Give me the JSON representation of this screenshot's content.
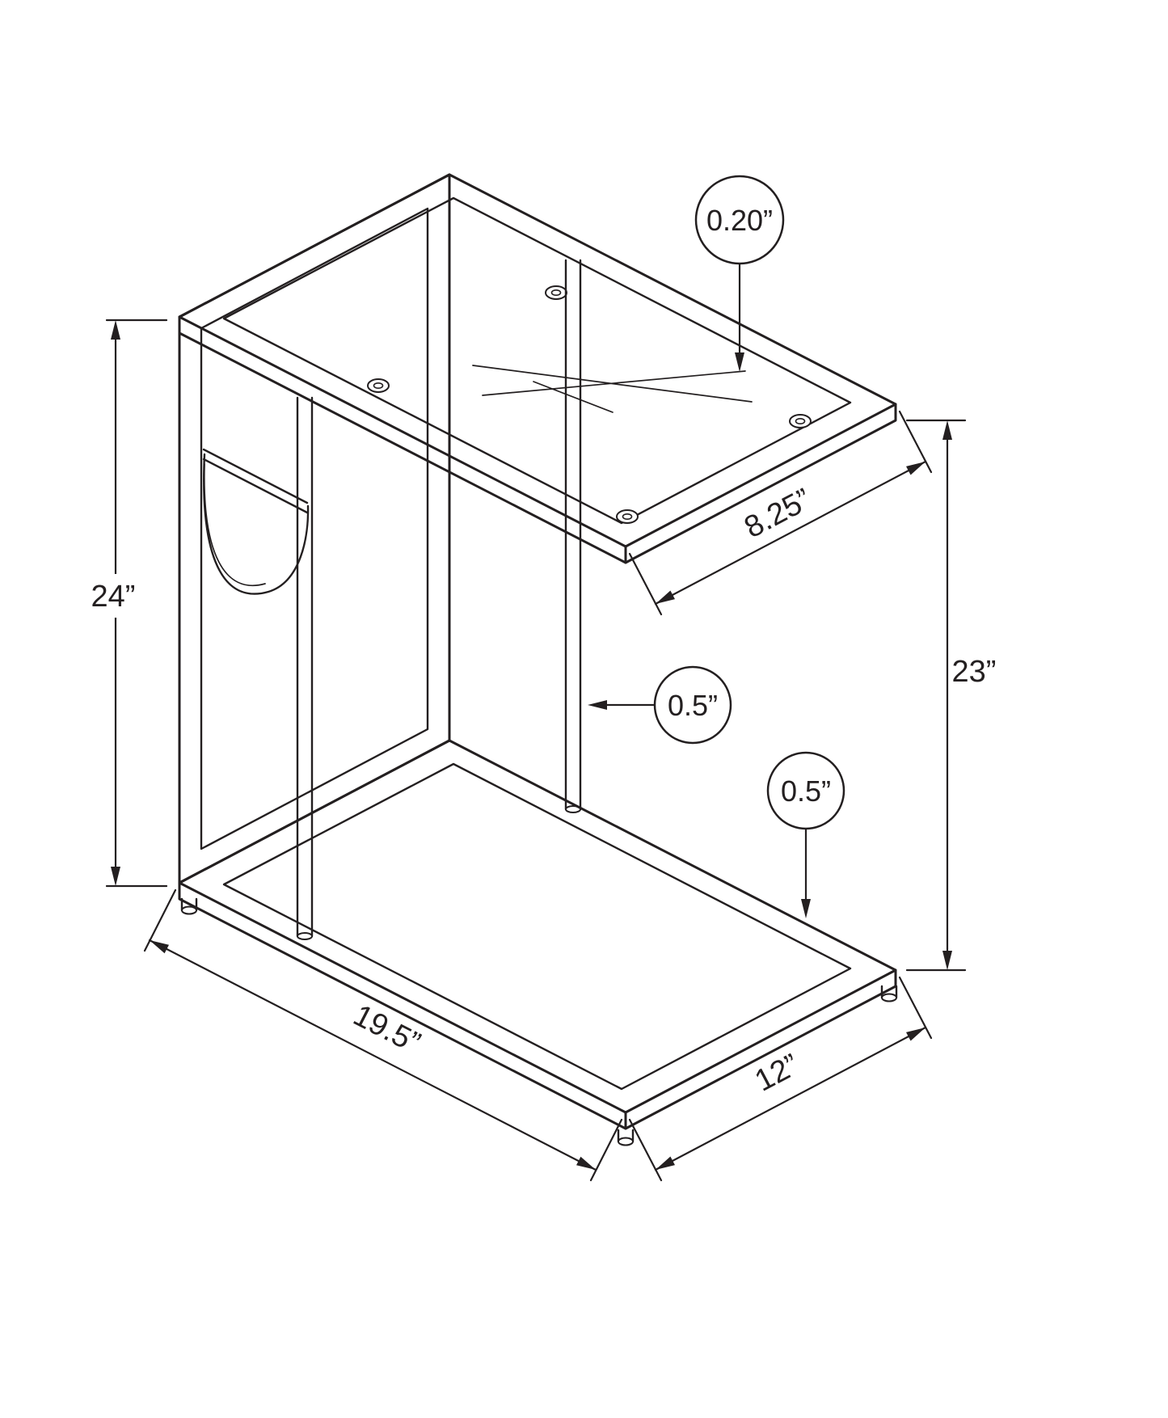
{
  "diagram": {
    "type": "technical-drawing",
    "subject": "c-shaped-accent-table-with-glass-top-and-magazine-sling",
    "colors": {
      "ink": "#231f20",
      "background": "#ffffff"
    },
    "labels": {
      "glass_thickness": "0.20”",
      "left_height": "24”",
      "top_depth": "8.25”",
      "right_height": "23”",
      "post_diameter": "0.5”",
      "frame_thickness": "0.5”",
      "base_length": "19.5”",
      "base_width": "12”"
    }
  }
}
